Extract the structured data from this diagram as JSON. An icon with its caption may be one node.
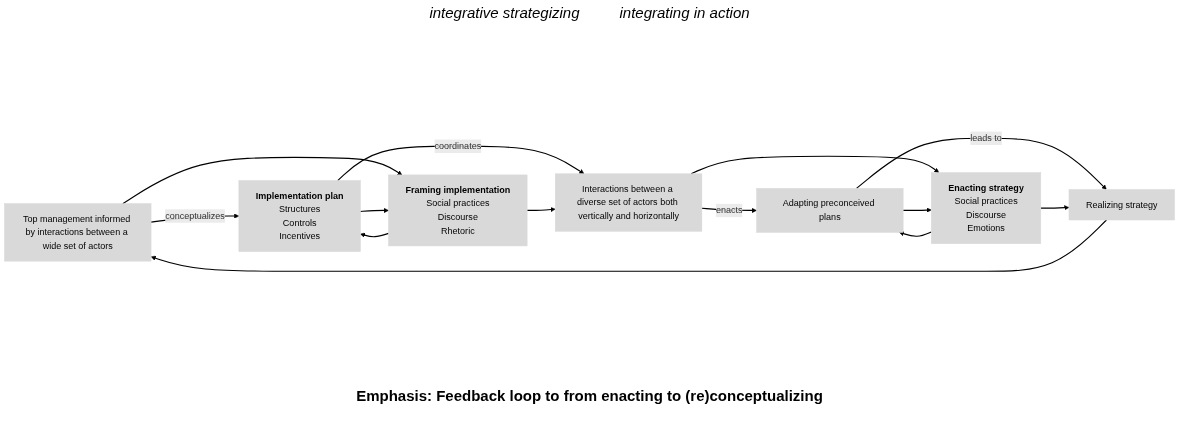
{
  "diagram": {
    "caption": "Emphasis: Feedback loop to from enacting to (re)conceptualizing",
    "nodes": [
      {
        "text": [
          "Top management informed by interactions between a wide set of actors"
        ]
      },
      {
        "text": [
          "Implementation plan",
          "Structures",
          "Controls",
          "Incentives"
        ]
      },
      {
        "text": [
          "Framing implementation",
          "Social practices",
          "Discourse",
          "Rhetoric"
        ]
      },
      {
        "text": [
          "Interactions between a diverse set of actors both vertically and horizontally"
        ]
      },
      {
        "text": [
          "Adapting preconceived plans"
        ]
      },
      {
        "text": [
          "Enacting strategy",
          "Social practices",
          "Discourse",
          "Emotions"
        ]
      },
      {
        "text": [
          "Realizing strategy"
        ]
      }
    ],
    "edges": [
      {
        "from": 0,
        "to": 1,
        "label": "conceptualizes",
        "arrow": "to"
      },
      {
        "from": 0,
        "to": 2,
        "arrow": "to"
      },
      {
        "from": 1,
        "to": 2,
        "arrow": "to"
      },
      {
        "from": 2,
        "to": 1,
        "arrow": "to"
      },
      {
        "from": 1,
        "to": 3,
        "label": "coordinates",
        "arrow": "to"
      },
      {
        "from": 2,
        "to": 3,
        "arrow": "to"
      },
      {
        "from": 3,
        "to": 4,
        "label": "enacts",
        "arrow": "to"
      },
      {
        "from": 3,
        "to": 5,
        "arrow": "to"
      },
      {
        "from": 4,
        "to": 5,
        "arrow": "to"
      },
      {
        "from": 5,
        "to": 4,
        "arrow": "to"
      },
      {
        "from": 4,
        "to": 6,
        "label": "leads to",
        "arrow": "to"
      },
      {
        "from": 5,
        "to": 6,
        "arrow": "to"
      },
      {
        "from": 6,
        "to": 0,
        "arrow": "to"
      }
    ],
    "labels": [
      "integrative strategizing",
      "integrating in action"
    ]
  }
}
